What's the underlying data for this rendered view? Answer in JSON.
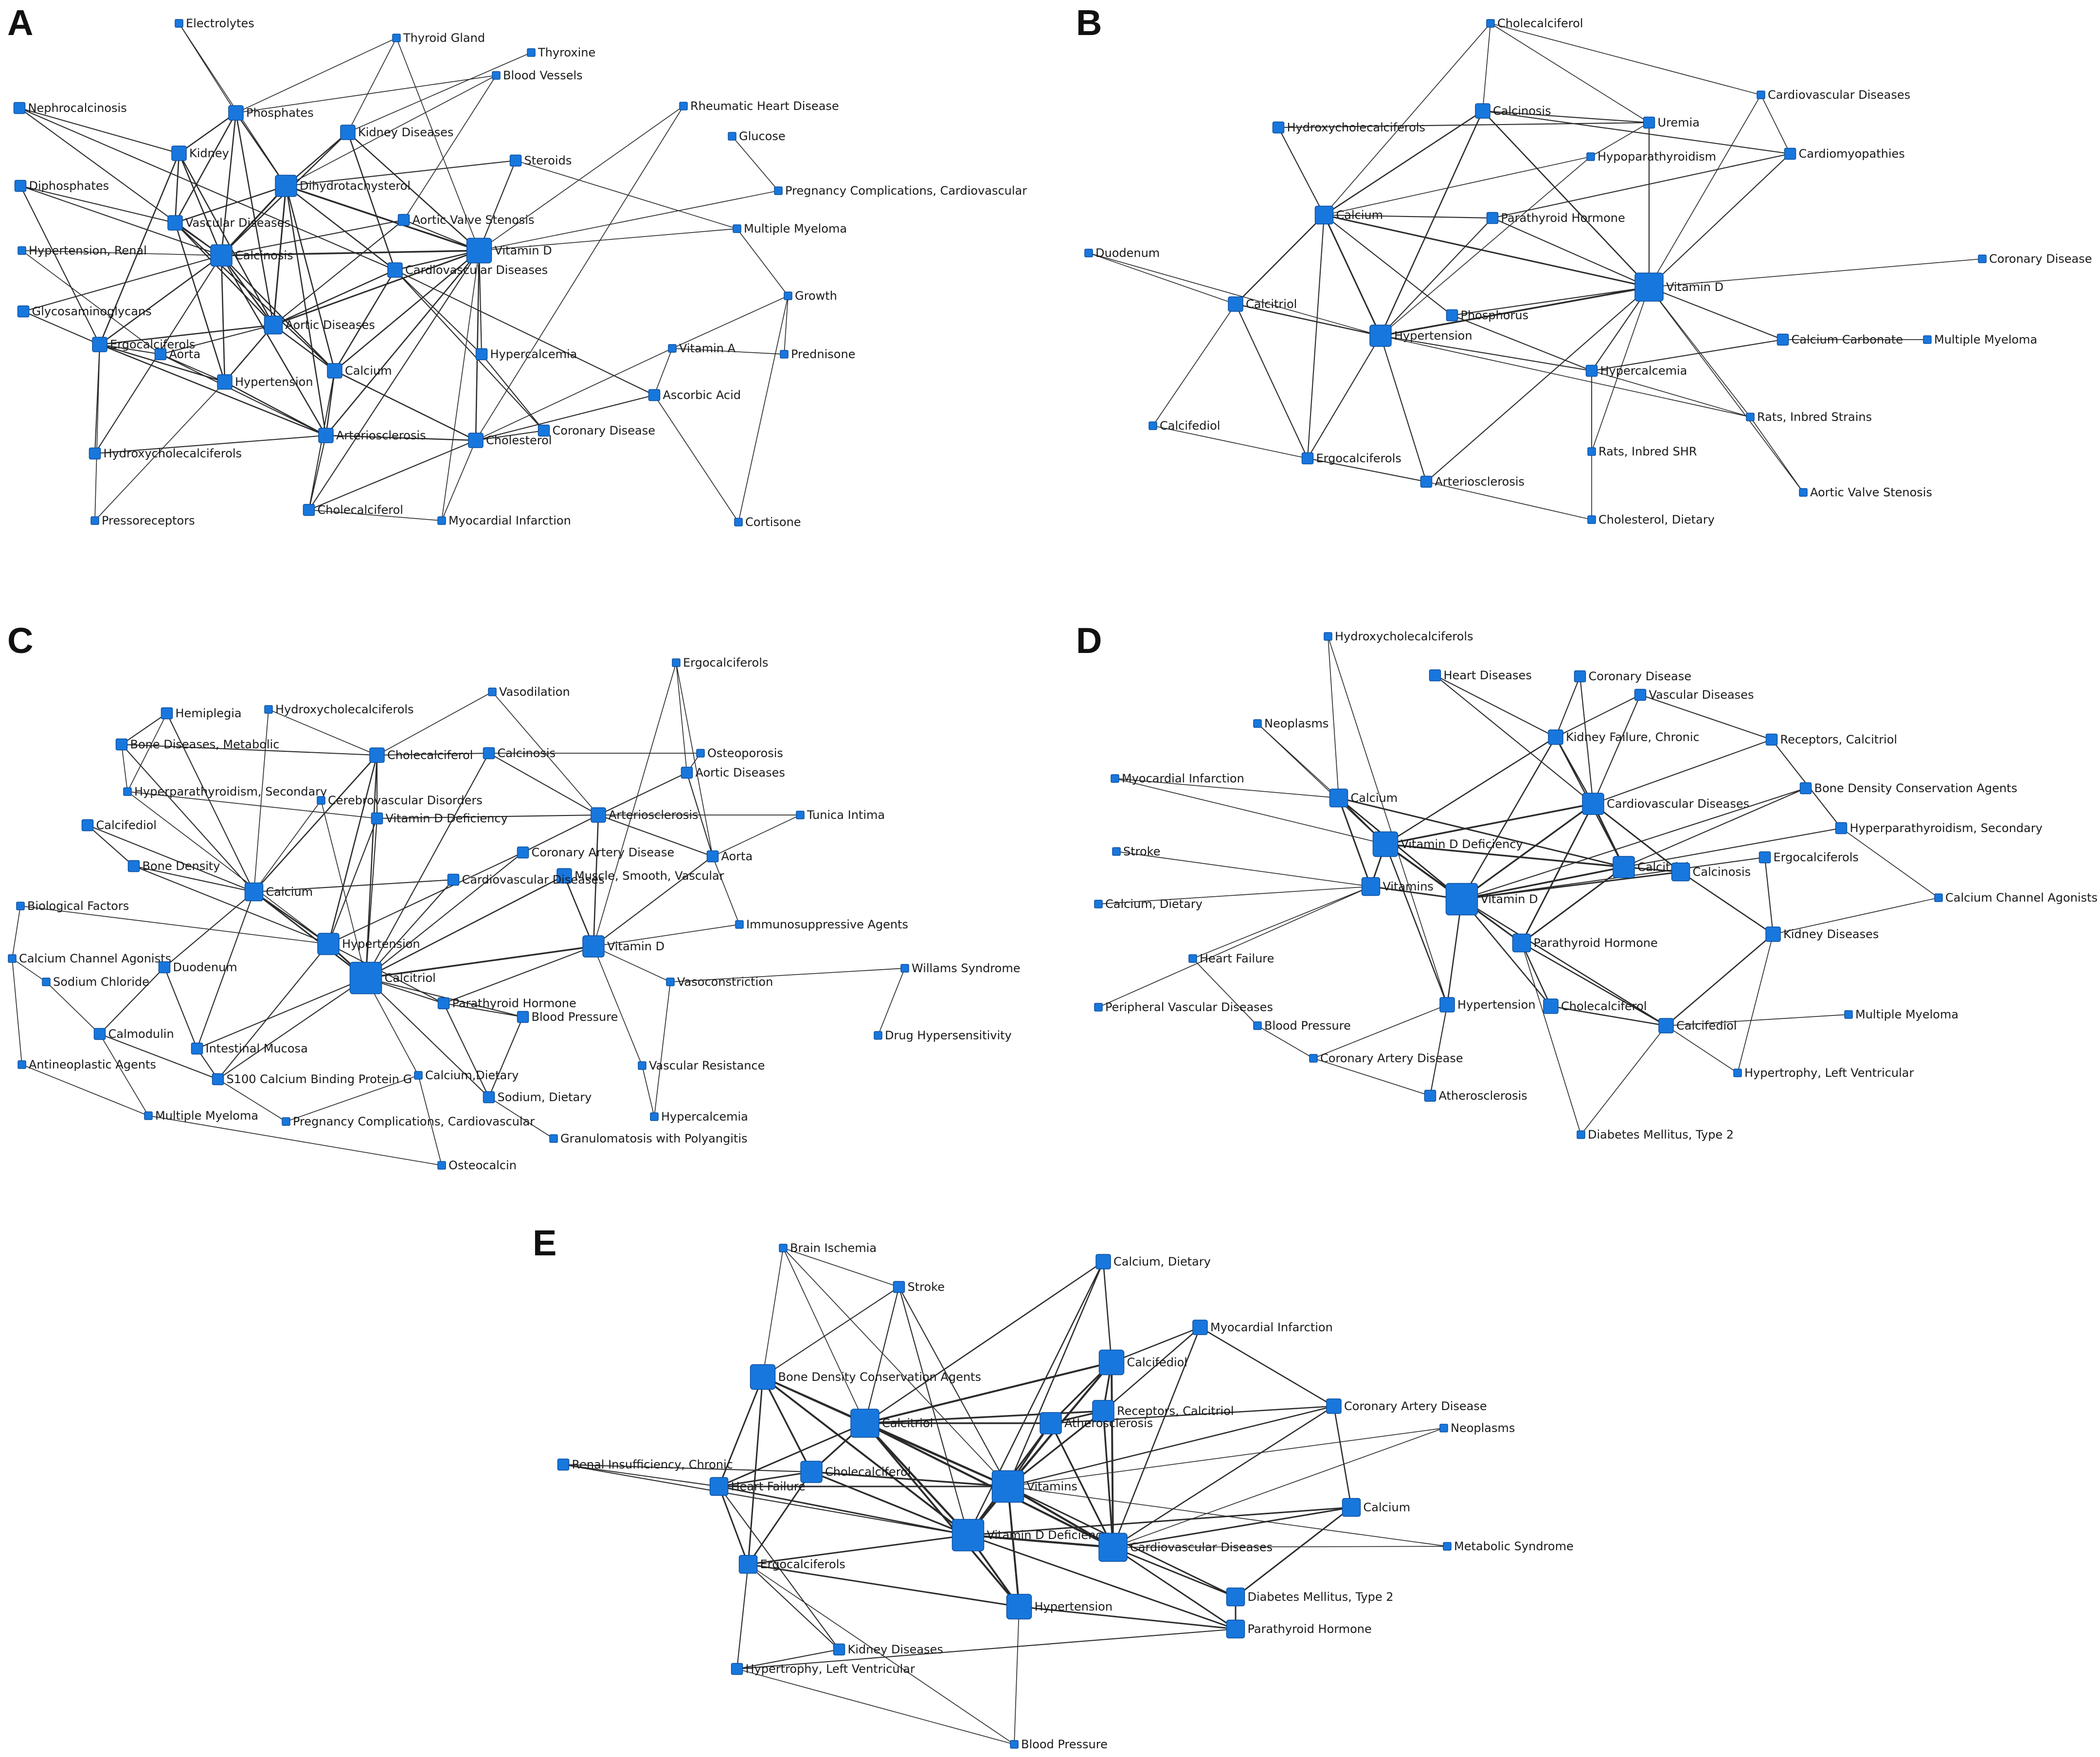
{
  "colors": {
    "node": "#1877dd",
    "node_stroke": "#0a4f9e",
    "edge": "#2b2b2b",
    "text": "#1a1a1a"
  },
  "panels": [
    {
      "letter": "A",
      "nodes": [
        {
          "label": "Electrolytes",
          "w": 1
        },
        {
          "label": "Thyroid Gland",
          "w": 1
        },
        {
          "label": "Thyroxine",
          "w": 1
        },
        {
          "label": "Blood Vessels",
          "w": 1
        },
        {
          "label": "Nephrocalcinosis",
          "w": 2
        },
        {
          "label": "Phosphates",
          "w": 3
        },
        {
          "label": "Rheumatic Heart Disease",
          "w": 1
        },
        {
          "label": "Glucose",
          "w": 1
        },
        {
          "label": "Kidney Diseases",
          "w": 3
        },
        {
          "label": "Kidney",
          "w": 3
        },
        {
          "label": "Steroids",
          "w": 2
        },
        {
          "label": "Dihydrotachysterol",
          "w": 5
        },
        {
          "label": "Diphosphates",
          "w": 2
        },
        {
          "label": "Pregnancy Complications, Cardiovascular",
          "w": 1
        },
        {
          "label": "Aortic Valve Stenosis",
          "w": 2
        },
        {
          "label": "Vascular Diseases",
          "w": 3
        },
        {
          "label": "Multiple Myeloma",
          "w": 1
        },
        {
          "label": "Vitamin D",
          "w": 6
        },
        {
          "label": "Hypertension, Renal",
          "w": 1
        },
        {
          "label": "Calcinosis",
          "w": 5
        },
        {
          "label": "Cardiovascular Diseases",
          "w": 3
        },
        {
          "label": "Growth",
          "w": 1
        },
        {
          "label": "Glycosaminoglycans",
          "w": 2
        },
        {
          "label": "Aortic Diseases",
          "w": 4
        },
        {
          "label": "Ergocalciferols",
          "w": 3
        },
        {
          "label": "Aorta",
          "w": 2
        },
        {
          "label": "Hypercalcemia",
          "w": 2
        },
        {
          "label": "Vitamin A",
          "w": 1
        },
        {
          "label": "Prednisone",
          "w": 1
        },
        {
          "label": "Calcium",
          "w": 3
        },
        {
          "label": "Hypertension",
          "w": 3
        },
        {
          "label": "Ascorbic Acid",
          "w": 2
        },
        {
          "label": "Arteriosclerosis",
          "w": 3
        },
        {
          "label": "Coronary Disease",
          "w": 2
        },
        {
          "label": "Cholesterol",
          "w": 3
        },
        {
          "label": "Hydroxycholecalciferols",
          "w": 2
        },
        {
          "label": "Cholecalciferol",
          "w": 2
        },
        {
          "label": "Pressoreceptors",
          "w": 1
        },
        {
          "label": "Myocardial Infarction",
          "w": 1
        },
        {
          "label": "Cortisone",
          "w": 1
        }
      ]
    },
    {
      "letter": "B",
      "nodes": [
        {
          "label": "Cholecalciferol",
          "w": 1
        },
        {
          "label": "Cardiovascular Diseases",
          "w": 1
        },
        {
          "label": "Calcinosis",
          "w": 3
        },
        {
          "label": "Uremia",
          "w": 2
        },
        {
          "label": "Hydroxycholecalciferols",
          "w": 2
        },
        {
          "label": "Hypoparathyroidism",
          "w": 1
        },
        {
          "label": "Cardiomyopathies",
          "w": 2
        },
        {
          "label": "Calcium",
          "w": 4
        },
        {
          "label": "Parathyroid Hormone",
          "w": 2
        },
        {
          "label": "Duodenum",
          "w": 1
        },
        {
          "label": "Coronary Disease",
          "w": 1
        },
        {
          "label": "Vitamin D",
          "w": 7
        },
        {
          "label": "Calcitriol",
          "w": 3
        },
        {
          "label": "Phosphorus",
          "w": 2
        },
        {
          "label": "Hypertension",
          "w": 5
        },
        {
          "label": "Calcium Carbonate",
          "w": 2
        },
        {
          "label": "Multiple Myeloma",
          "w": 1
        },
        {
          "label": "Hypercalcemia",
          "w": 2
        },
        {
          "label": "Calcifediol",
          "w": 1
        },
        {
          "label": "Rats, Inbred Strains",
          "w": 1
        },
        {
          "label": "Ergocalciferols",
          "w": 2
        },
        {
          "label": "Rats, Inbred SHR",
          "w": 1
        },
        {
          "label": "Arteriosclerosis",
          "w": 2
        },
        {
          "label": "Aortic Valve Stenosis",
          "w": 1
        },
        {
          "label": "Cholesterol, Dietary",
          "w": 1
        }
      ]
    },
    {
      "letter": "C",
      "nodes": [
        {
          "label": "Ergocalciferols",
          "w": 1
        },
        {
          "label": "Vasodilation",
          "w": 1
        },
        {
          "label": "Hemiplegia",
          "w": 2
        },
        {
          "label": "Hydroxycholecalciferols",
          "w": 1
        },
        {
          "label": "Bone Diseases, Metabolic",
          "w": 2
        },
        {
          "label": "Cholecalciferol",
          "w": 3
        },
        {
          "label": "Calcinosis",
          "w": 2
        },
        {
          "label": "Osteoporosis",
          "w": 1
        },
        {
          "label": "Aortic Diseases",
          "w": 2
        },
        {
          "label": "Hyperparathyroidism, Secondary",
          "w": 1
        },
        {
          "label": "Cerebrovascular Disorders",
          "w": 1
        },
        {
          "label": "Vitamin D Deficiency",
          "w": 2
        },
        {
          "label": "Arteriosclerosis",
          "w": 3
        },
        {
          "label": "Tunica Intima",
          "w": 1
        },
        {
          "label": "Calcifediol",
          "w": 2
        },
        {
          "label": "Coronary Artery Disease",
          "w": 2
        },
        {
          "label": "Aorta",
          "w": 2
        },
        {
          "label": "Bone Density",
          "w": 2
        },
        {
          "label": "Muscle, Smooth, Vascular",
          "w": 3
        },
        {
          "label": "Cardiovascular Diseases",
          "w": 2
        },
        {
          "label": "Calcium",
          "w": 4
        },
        {
          "label": "Biological Factors",
          "w": 1
        },
        {
          "label": "Immunosuppressive Agents",
          "w": 1
        },
        {
          "label": "Hypertension",
          "w": 5
        },
        {
          "label": "Calcitriol",
          "w": 8
        },
        {
          "label": "Vitamin D",
          "w": 5
        },
        {
          "label": "Calcium Channel Agonists",
          "w": 1
        },
        {
          "label": "Willams Syndrome",
          "w": 1
        },
        {
          "label": "Duodenum",
          "w": 2
        },
        {
          "label": "Sodium Chloride",
          "w": 1
        },
        {
          "label": "Parathyroid Hormone",
          "w": 2
        },
        {
          "label": "Vasoconstriction",
          "w": 1
        },
        {
          "label": "Blood Pressure",
          "w": 2
        },
        {
          "label": "Calmodulin",
          "w": 2
        },
        {
          "label": "Drug Hypersensitivity",
          "w": 1
        },
        {
          "label": "Intestinal Mucosa",
          "w": 2
        },
        {
          "label": "Antineoplastic Agents",
          "w": 1
        },
        {
          "label": "Vascular Resistance",
          "w": 1
        },
        {
          "label": "S100 Calcium Binding Protein G",
          "w": 2
        },
        {
          "label": "Calcium,Dietary",
          "w": 1
        },
        {
          "label": "Sodium, Dietary",
          "w": 2
        },
        {
          "label": "Multiple Myeloma",
          "w": 1
        },
        {
          "label": "Pregnancy Complications, Cardiovascular",
          "w": 1
        },
        {
          "label": "Hypercalcemia",
          "w": 1
        },
        {
          "label": "Granulomatosis with Polyangitis",
          "w": 1
        },
        {
          "label": "Osteocalcin",
          "w": 1
        }
      ]
    },
    {
      "letter": "D",
      "nodes": [
        {
          "label": "Hydroxycholecalciferols",
          "w": 1
        },
        {
          "label": "Heart Diseases",
          "w": 2
        },
        {
          "label": "Coronary Disease",
          "w": 2
        },
        {
          "label": "Vascular Diseases",
          "w": 2
        },
        {
          "label": "Neoplasms",
          "w": 1
        },
        {
          "label": "Kidney Failure, Chronic",
          "w": 3
        },
        {
          "label": "Receptors, Calcitriol",
          "w": 2
        },
        {
          "label": "Myocardial Infarction",
          "w": 1
        },
        {
          "label": "Calcium",
          "w": 4
        },
        {
          "label": "Cardiovascular Diseases",
          "w": 5
        },
        {
          "label": "Bone Density Conservation Agents",
          "w": 2
        },
        {
          "label": "Vitamin D Deficiency",
          "w": 6
        },
        {
          "label": "Hyperparathyroidism, Secondary",
          "w": 2
        },
        {
          "label": "Stroke",
          "w": 1
        },
        {
          "label": "Calcitriol",
          "w": 5
        },
        {
          "label": "Ergocalciferols",
          "w": 2
        },
        {
          "label": "Calcinosis",
          "w": 4
        },
        {
          "label": "Vitamins",
          "w": 4
        },
        {
          "label": "Vitamin D",
          "w": 8
        },
        {
          "label": "Calcium Channel Agonists",
          "w": 1
        },
        {
          "label": "Calcium, Dietary",
          "w": 1
        },
        {
          "label": "Parathyroid Hormone",
          "w": 4
        },
        {
          "label": "Kidney Diseases",
          "w": 3
        },
        {
          "label": "Heart Failure",
          "w": 1
        },
        {
          "label": "Hypertension",
          "w": 3
        },
        {
          "label": "Cholecalciferol",
          "w": 3
        },
        {
          "label": "Peripheral Vascular Diseases",
          "w": 1
        },
        {
          "label": "Blood Pressure",
          "w": 1
        },
        {
          "label": "Calcifediol",
          "w": 3
        },
        {
          "label": "Multiple Myeloma",
          "w": 1
        },
        {
          "label": "Coronary Artery Disease",
          "w": 1
        },
        {
          "label": "Hypertrophy, Left Ventricular",
          "w": 1
        },
        {
          "label": "Atherosclerosis",
          "w": 2
        },
        {
          "label": "Diabetes Mellitus, Type 2",
          "w": 1
        }
      ]
    },
    {
      "letter": "E",
      "nodes": [
        {
          "label": "Brain Ischemia",
          "w": 1
        },
        {
          "label": "Calcium, Dietary",
          "w": 3
        },
        {
          "label": "Stroke",
          "w": 2
        },
        {
          "label": "Myocardial Infarction",
          "w": 3
        },
        {
          "label": "Calcifediol",
          "w": 6
        },
        {
          "label": "Bone Density Conservation Agents",
          "w": 6
        },
        {
          "label": "Receptors, Calcitriol",
          "w": 5
        },
        {
          "label": "Calcitriol",
          "w": 7
        },
        {
          "label": "Coronary Artery Disease",
          "w": 3
        },
        {
          "label": "Atherosclerosis",
          "w": 5
        },
        {
          "label": "Neoplasms",
          "w": 1
        },
        {
          "label": "Renal Insufficiency, Chronic",
          "w": 2
        },
        {
          "label": "Cholecalciferol",
          "w": 5
        },
        {
          "label": "Vitamins",
          "w": 8
        },
        {
          "label": "Heart Failure",
          "w": 4
        },
        {
          "label": "Calcium",
          "w": 4
        },
        {
          "label": "Vitamin D Deficiency",
          "w": 8
        },
        {
          "label": "Cardiovascular Diseases",
          "w": 7
        },
        {
          "label": "Metabolic Syndrome",
          "w": 1
        },
        {
          "label": "Ergocalciferols",
          "w": 4
        },
        {
          "label": "Diabetes Mellitus, Type 2",
          "w": 4
        },
        {
          "label": "Hypertension",
          "w": 6
        },
        {
          "label": "Parathyroid Hormone",
          "w": 4
        },
        {
          "label": "Kidney Diseases",
          "w": 2
        },
        {
          "label": "Hypertrophy, Left Ventricular",
          "w": 2
        },
        {
          "label": "Blood Pressure",
          "w": 1
        }
      ]
    }
  ]
}
